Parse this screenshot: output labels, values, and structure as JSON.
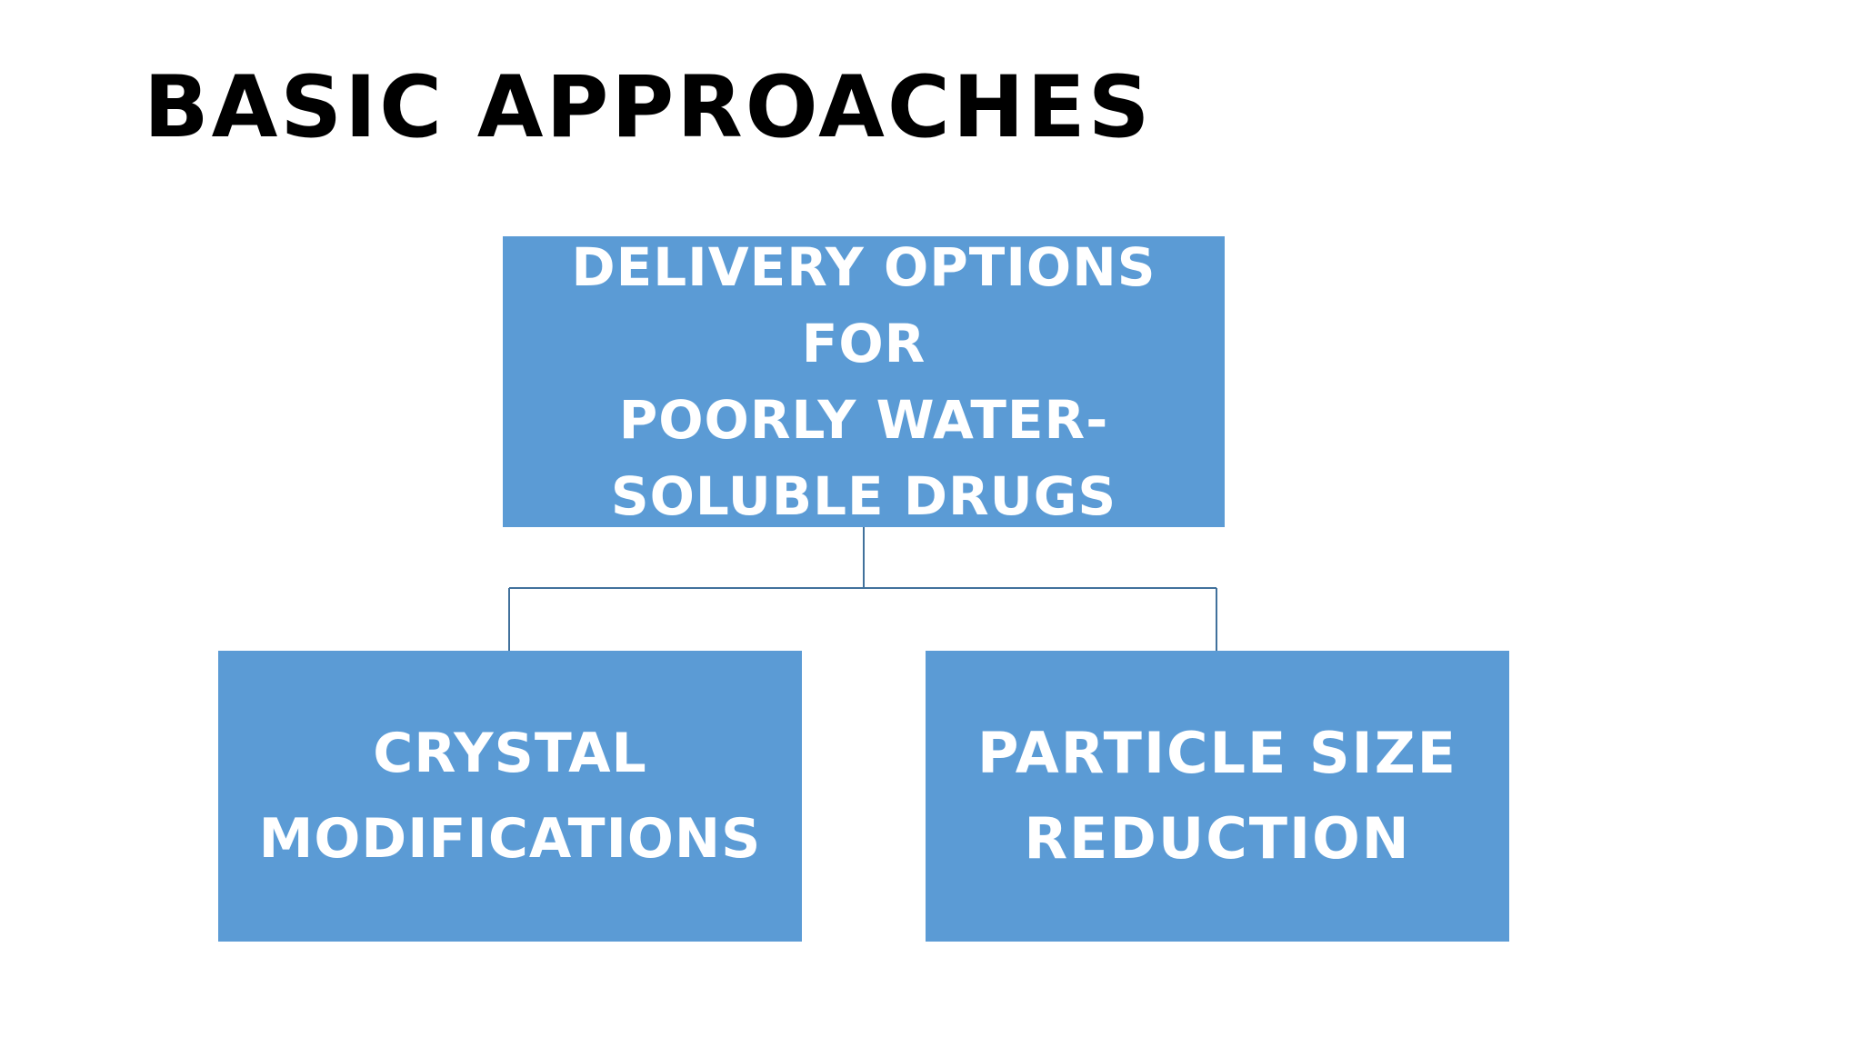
{
  "slide": {
    "title": "BASIC APPROACHES"
  },
  "diagram": {
    "type": "hierarchy",
    "root": {
      "label": "DELIVERY OPTIONS FOR\nPOORLY WATER-\nSOLUBLE DRUGS"
    },
    "children": [
      {
        "label": "CRYSTAL\nMODIFICATIONS"
      },
      {
        "label": "PARTICLE SIZE\nREDUCTION"
      }
    ]
  },
  "colors": {
    "box_fill": "#5b9bd5",
    "connector": "#41719c",
    "title_text": "#000000",
    "box_text": "#ffffff"
  }
}
